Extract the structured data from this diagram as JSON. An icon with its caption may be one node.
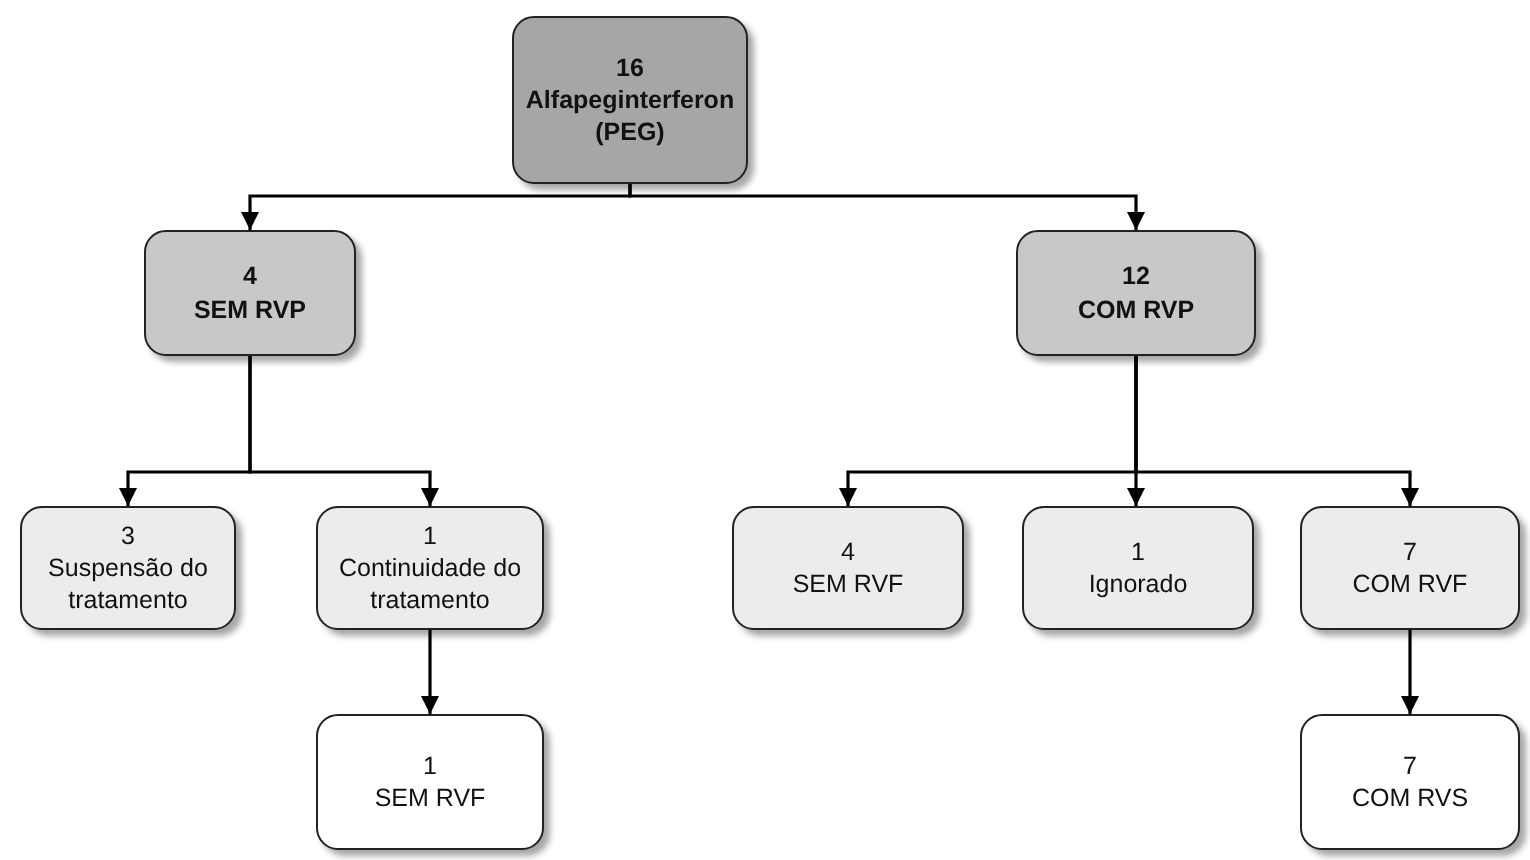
{
  "diagram": {
    "nodes": [
      {
        "text": [
          "16",
          "Alfapeginterferon (PEG)"
        ]
      },
      {
        "text": [
          "4",
          "SEM RVP"
        ]
      },
      {
        "text": [
          "12",
          "COM RVP"
        ]
      },
      {
        "text": [
          "3",
          "Suspensão do tratamento"
        ]
      },
      {
        "text": [
          "1",
          "Continuidade do tratamento"
        ]
      },
      {
        "text": [
          "1",
          "SEM RVF"
        ]
      },
      {
        "text": [
          "4",
          "SEM RVF"
        ]
      },
      {
        "text": [
          "1",
          "Ignorado"
        ]
      },
      {
        "text": [
          "7",
          "COM RVF"
        ]
      },
      {
        "text": [
          "7",
          "COM RVS"
        ]
      }
    ],
    "edges": [
      {
        "from": 0,
        "to": 1,
        "arrow": "to"
      },
      {
        "from": 0,
        "to": 2,
        "arrow": "to"
      },
      {
        "from": 1,
        "to": 3,
        "arrow": "to"
      },
      {
        "from": 1,
        "to": 4,
        "arrow": "to"
      },
      {
        "from": 4,
        "to": 5,
        "arrow": "to"
      },
      {
        "from": 2,
        "to": 6,
        "arrow": "to"
      },
      {
        "from": 2,
        "to": 7,
        "arrow": "to"
      },
      {
        "from": 2,
        "to": 8,
        "arrow": "to"
      },
      {
        "from": 8,
        "to": 9,
        "arrow": "to"
      }
    ]
  }
}
